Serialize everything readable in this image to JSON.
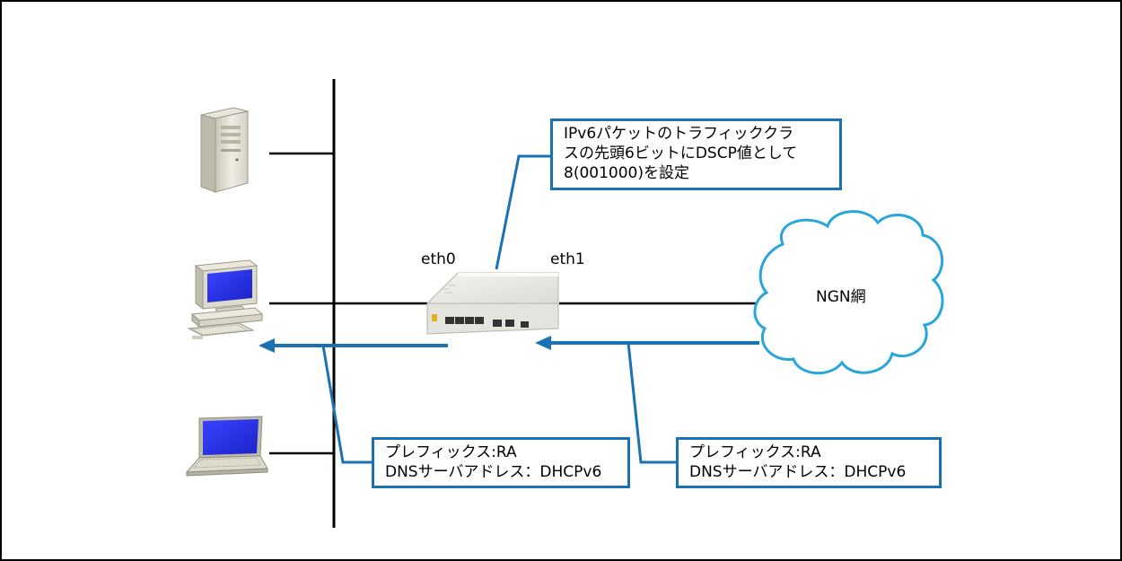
{
  "callouts": {
    "router_setting": {
      "lines": [
        "IPv6パケットのトラフィッククラ",
        "スの先頭6ビットにDSCP値として",
        "8(001000)を設定"
      ]
    },
    "lan_side": {
      "lines": [
        "プレフィックス:RA",
        "DNSサーバアドレス：DHCPv6"
      ]
    },
    "wan_side": {
      "lines": [
        "プレフィックス:RA",
        "DNSサーバアドレス：DHCPv6"
      ]
    }
  },
  "router": {
    "port_left_label": "eth0",
    "port_right_label": "eth1"
  },
  "cloud": {
    "label": "NGN網"
  },
  "colors": {
    "callout_border": "#1a72b4",
    "arrow": "#1a72b4",
    "cloud_stroke": "#29a6d9",
    "screen_blue": "#1f28e6"
  },
  "icons": [
    "server-icon",
    "desktop-pc-icon",
    "laptop-icon",
    "router-icon",
    "cloud-icon"
  ]
}
